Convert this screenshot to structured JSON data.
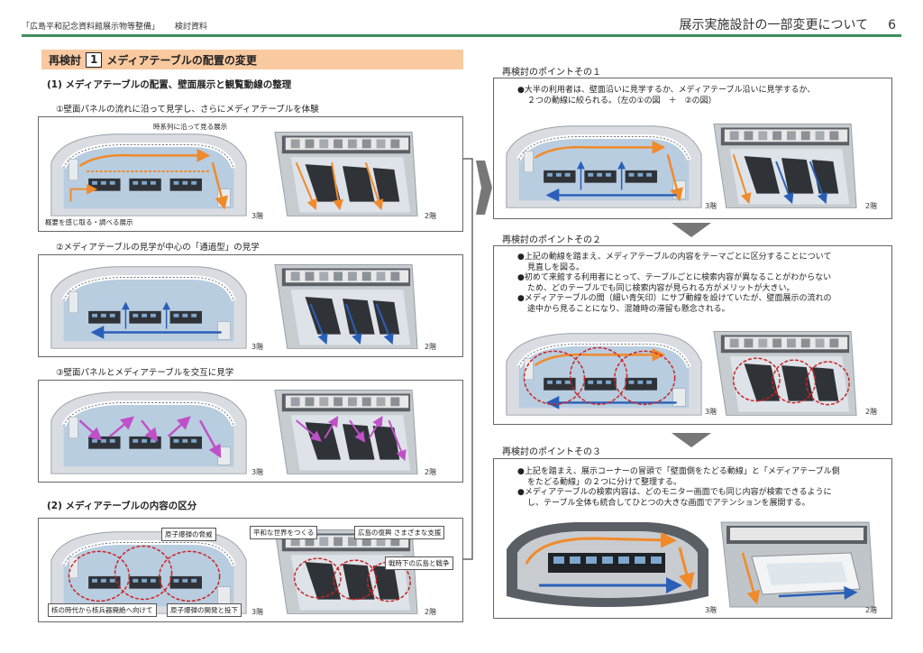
{
  "header": {
    "project": "「広島平和記念資料館展示物等整備」",
    "doc_type": "検討資料",
    "title": "展示実施設計の一部変更について",
    "page": "6"
  },
  "left": {
    "title_prefix": "再検討",
    "title_num": "1",
    "title_text": "メディアテーブルの配置の変更",
    "section1": "(1) メディアテーブルの配置、壁面展示と観覧動線の整理",
    "pattern1": "①壁面パネルの流れに沿って見学し、さらにメディアテーブルを体験",
    "pattern1_callout_a": "時系列に沿って見る展示",
    "pattern1_callout_b": "概要を感じ取る・調べる展示",
    "pattern2": "②メディアテーブルの見学が中心の「通過型」の見学",
    "pattern3": "③壁面パネルとメディアテーブルを交互に見学",
    "section2": "(2) メディアテーブルの内容の区分",
    "zones": {
      "z1": "原子爆弾の脅威",
      "z2": "核の時代から核兵器廃絶へ向けて",
      "z3": "原子爆弾の開発と投下",
      "z4": "平和な世界をつくる",
      "z5": "広島の復興 さまざまな支援",
      "z6": "戦時下の広島と戦争"
    }
  },
  "floors": {
    "f3": "3階",
    "f2": "2階"
  },
  "right": {
    "p1_title": "再検討のポイントその１",
    "p1_lines": [
      "●大半の利用者は、壁面沿いに見学するか、メディアテーブル沿いに見学するか、",
      "２つの動線に絞られる。（左の①の図　＋　②の図）"
    ],
    "p2_title": "再検討のポイントその２",
    "p2_lines": [
      "●上記の動線を踏まえ、メディアテーブルの内容をテーマごとに区分することについて",
      "見直しを図る。",
      "●初めて来館する利用者にとって、テーブルごとに検索内容が異なることがわからない",
      "ため、どのテーブルでも同じ検索内容が見られる方がメリットが大きい。",
      "●メディアテーブルの間（細い青矢印）にサブ動線を設けていたが、壁面展示の流れの",
      "途中から見ることになり、混雑時の滞留も懸念される。"
    ],
    "p3_title": "再検討のポイントその３",
    "p3_lines": [
      "●上記を踏まえ、展示コーナーの冒頭で「壁面側をたどる動線」と「メディアテーブル側",
      "をたどる動線」の２つに分けて整理する。",
      "●メディアテーブルの検索内容は、どのモニター画面でも同じ内容が検索できるように",
      "し、テーブル全体も統合してひとつの大きな画面でアテンションを展開する。"
    ]
  },
  "colors": {
    "header_rule": "#3f8f5b",
    "title_band": "#f9c9a0",
    "route_orange": "#f08a2a",
    "route_blue": "#2a5fb8",
    "route_magenta": "#c050c8",
    "zone_red": "#cc2222",
    "arrow_gray": "#777777"
  }
}
